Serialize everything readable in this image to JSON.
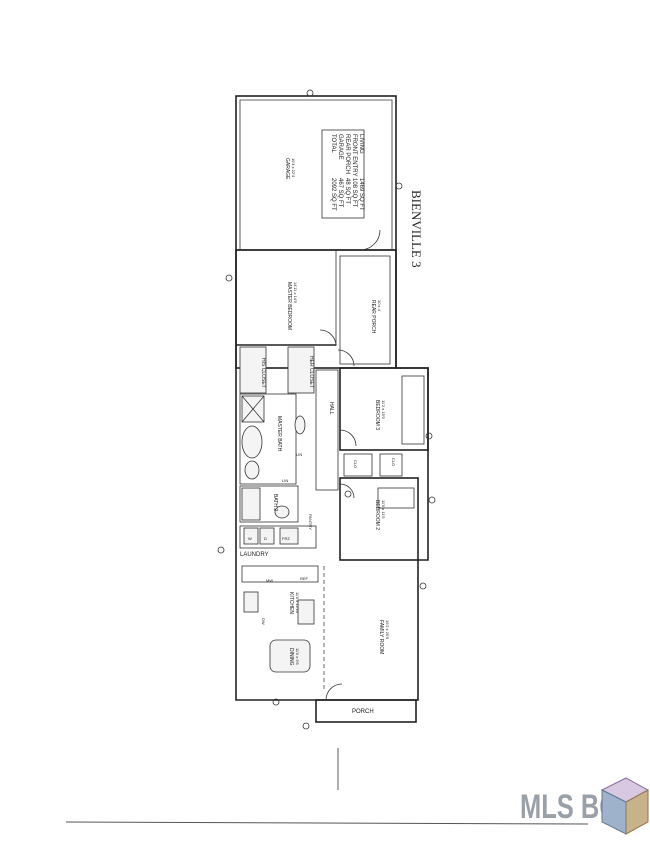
{
  "plan_title": "BIENVILLE 3",
  "area_table": [
    {
      "label": "LIVING",
      "value": "1469 SQ FT"
    },
    {
      "label": "FRONT ENTRY",
      "value": "108 SQ FT"
    },
    {
      "label": "REAR PORCH",
      "value": "48 SQ FT"
    },
    {
      "label": "GARAGE",
      "value": "467 SQ FT"
    },
    {
      "label": "TOTAL",
      "value": "2092 SQ FT"
    }
  ],
  "rooms": {
    "garage": {
      "name": "GARAGE",
      "dims": "19'4 x 22'4"
    },
    "master_bedroom": {
      "name": "MASTER BEDROOM",
      "dims": "14'11 x 14'0"
    },
    "rear_porch": {
      "name": "REAR PORCH",
      "dims": "10 x 4"
    },
    "his_closet": {
      "name": "HIS CLOSET"
    },
    "her_closet": {
      "name": "HER CLOSET"
    },
    "master_bath": {
      "name": "MASTER BATH"
    },
    "hall": {
      "name": "HALL"
    },
    "bedroom3": {
      "name": "BEDROOM 3",
      "dims": "11'2 x 15'0"
    },
    "bedroom2": {
      "name": "BEDROOM 2",
      "dims": "11'0 x 11'5"
    },
    "bath2": {
      "name": "BATH 2"
    },
    "laundry": {
      "name": "LAUNDRY"
    },
    "kitchen": {
      "name": "KITCHEN",
      "dims": "11'0 x 12'10"
    },
    "dining": {
      "name": "DINING",
      "dims": "11'0 x 9'6"
    },
    "family_room": {
      "name": "FAMILY ROOM",
      "dims": "19'2 x 20'0"
    },
    "porch": {
      "name": "PORCH"
    }
  },
  "labels": {
    "lin1": "LIN",
    "lin2": "LIN",
    "clo1": "CLO",
    "clo2": "CLO",
    "pantry": "PANTRY",
    "washer": "W",
    "dryer": "D",
    "freezer": "FRZ",
    "ref": "REF",
    "mw": "MW",
    "dw": "DW"
  },
  "logo": "MLS BOX"
}
